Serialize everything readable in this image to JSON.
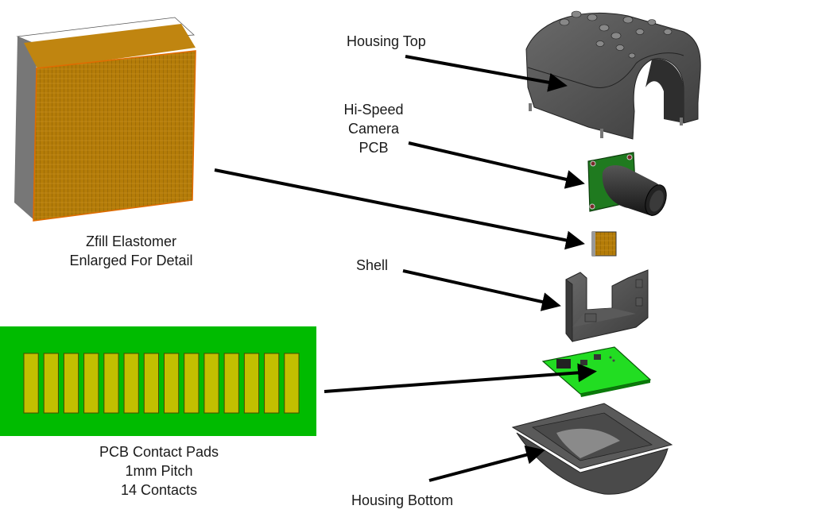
{
  "diagram": {
    "type": "exploded-assembly",
    "labels": {
      "housing_top": "Housing Top",
      "camera_pcb": [
        "Hi-Speed",
        "Camera",
        "PCB"
      ],
      "elastomer": [
        "Zfill Elastomer",
        "Enlarged For Detail"
      ],
      "shell": "Shell",
      "pcb_pads": [
        "PCB Contact Pads",
        "1mm Pitch",
        "14 Contacts"
      ],
      "housing_bottom": "Housing Bottom"
    },
    "components": [
      {
        "id": "housing-top",
        "name": "Housing Top"
      },
      {
        "id": "camera-pcb",
        "name": "Hi-Speed Camera PCB"
      },
      {
        "id": "elastomer",
        "name": "Zfill Elastomer"
      },
      {
        "id": "shell",
        "name": "Shell"
      },
      {
        "id": "main-pcb",
        "name": "PCB Contact Pads"
      },
      {
        "id": "housing-bottom",
        "name": "Housing Bottom"
      }
    ],
    "pcb_pads": {
      "count": 14,
      "pitch": "1mm"
    },
    "colors": {
      "pcb_green": "#00bb00",
      "pad_yellow": "#c2bf00",
      "elastomer_orange": "#b07a0a",
      "housing_gray": "#4a4a4a",
      "camera_pcb_green": "#1f7a1f",
      "arrow": "#000000"
    }
  }
}
